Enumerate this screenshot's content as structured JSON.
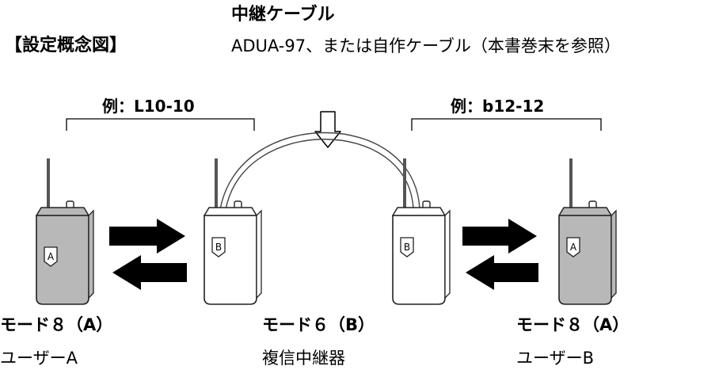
{
  "header": {
    "title": "【設定概念図】",
    "cable_title": "中継ケーブル",
    "cable_note": "ADUA-97、または自作ケーブル（本書巻末を参照）"
  },
  "examples": {
    "left": "例：L10-10",
    "right": "例：b12-12"
  },
  "devices": [
    {
      "badge": "A",
      "mode": "モード８（A）",
      "role": "ユーザーA",
      "color": "#b8b8b8"
    },
    {
      "badge": "B",
      "mode": "",
      "role": "",
      "color": "#ffffff"
    },
    {
      "badge": "B",
      "mode": "モード６（B）",
      "role": "複信中継器",
      "color": "#ffffff"
    },
    {
      "badge": "A",
      "mode": "モード８（A）",
      "role": "ユーザーB",
      "color": "#b8b8b8"
    }
  ]
}
